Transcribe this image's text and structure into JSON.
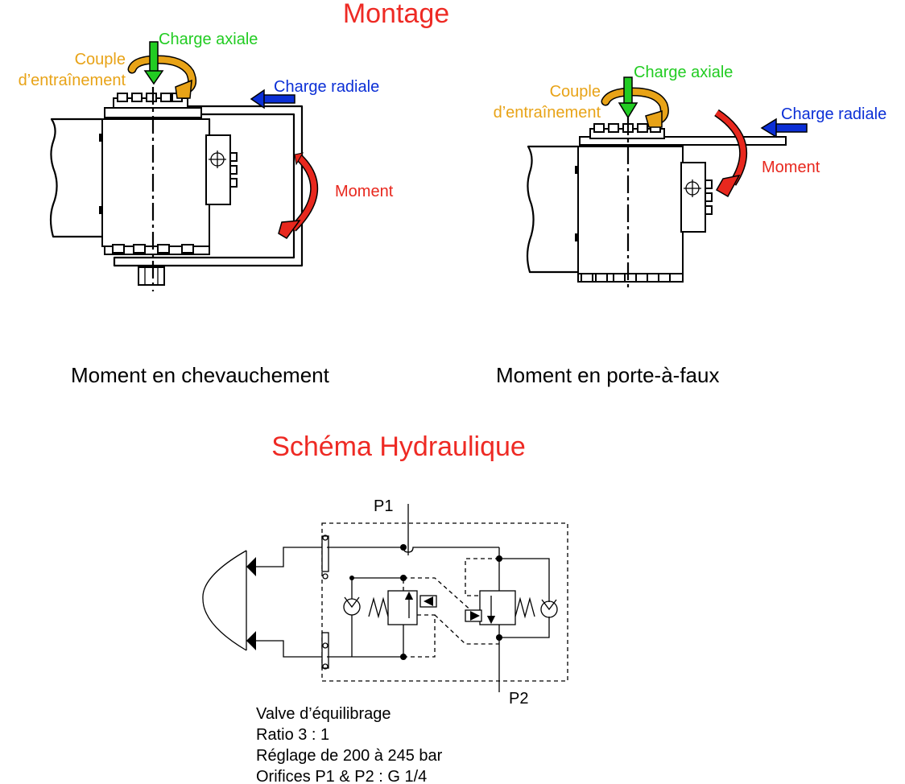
{
  "titles": {
    "montage": "Montage",
    "schema": "Schéma Hydraulique"
  },
  "left_figure": {
    "charge_axiale": "Charge axiale",
    "couple_line1": "Couple",
    "couple_line2": "d’entraînement",
    "charge_radiale": "Charge radiale",
    "moment": "Moment",
    "caption": "Moment en chevauchement"
  },
  "right_figure": {
    "charge_axiale": "Charge axiale",
    "couple_line1": "Couple",
    "couple_line2": "d’entraînement",
    "charge_radiale": "Charge radiale",
    "moment": "Moment",
    "caption": "Moment en porte-à-faux"
  },
  "schema": {
    "port_p1": "P1",
    "port_p2": "P2",
    "notes": [
      "Valve d’équilibrage",
      "Ratio 3 : 1",
      "Réglage de 200 à 245 bar",
      "Orifices P1 & P2 : G 1/4"
    ]
  },
  "colors": {
    "title": "#ee2a24",
    "charge_axiale": "#22cc22",
    "couple": "#e8a317",
    "charge_radiale": "#0b2fd6",
    "moment": "#e8281e",
    "text": "#000000"
  }
}
